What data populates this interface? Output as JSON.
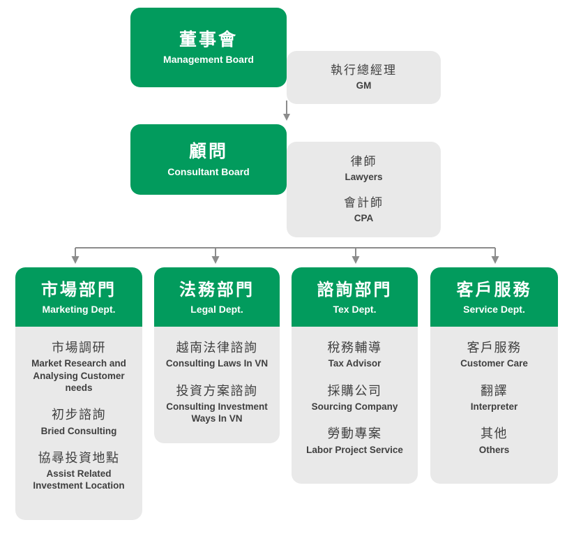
{
  "colors": {
    "green": "#029b5d",
    "gray_panel": "#e9e9e9",
    "connector": "#8c8c8c",
    "text_dark": "#3f3f3f",
    "text_light": "#ffffff",
    "background": "#ffffff"
  },
  "chart_data": {
    "type": "org-chart",
    "title": "Company Organization Chart",
    "levels": 3
  },
  "top_level": {
    "board": {
      "cn": "董事會",
      "en": "Management Board"
    },
    "side_panel": {
      "roles": [
        {
          "cn": "執行總經理",
          "en": "GM"
        }
      ]
    }
  },
  "second_level": {
    "board": {
      "cn": "顧問",
      "en": "Consultant Board"
    },
    "side_panel": {
      "roles": [
        {
          "cn": "律師",
          "en": "Lawyers"
        },
        {
          "cn": "會計師",
          "en": "CPA"
        }
      ]
    }
  },
  "departments": [
    {
      "cn": "市場部門",
      "en": "Marketing Dept.",
      "services": [
        {
          "cn": "市場調研",
          "en": "Market Research and Analysing Customer needs"
        },
        {
          "cn": "初步諮詢",
          "en": "Bried Consulting"
        },
        {
          "cn": "協尋投資地點",
          "en": "Assist Related Investment Location"
        }
      ]
    },
    {
      "cn": "法務部門",
      "en": "Legal Dept.",
      "services": [
        {
          "cn": "越南法律諮詢",
          "en": "Consulting Laws In VN"
        },
        {
          "cn": "投資方案諮詢",
          "en": "Consulting Investment Ways In VN"
        }
      ]
    },
    {
      "cn": "諮詢部門",
      "en": "Tex Dept.",
      "services": [
        {
          "cn": "稅務輔導",
          "en": "Tax Advisor"
        },
        {
          "cn": "採購公司",
          "en": "Sourcing Company"
        },
        {
          "cn": "勞動專案",
          "en": "Labor Project Service"
        }
      ]
    },
    {
      "cn": "客戶服務",
      "en": "Service Dept.",
      "services": [
        {
          "cn": "客戶服務",
          "en": "Customer Care"
        },
        {
          "cn": "翻譯",
          "en": "Interpreter"
        },
        {
          "cn": "其他",
          "en": "Others"
        }
      ]
    }
  ]
}
